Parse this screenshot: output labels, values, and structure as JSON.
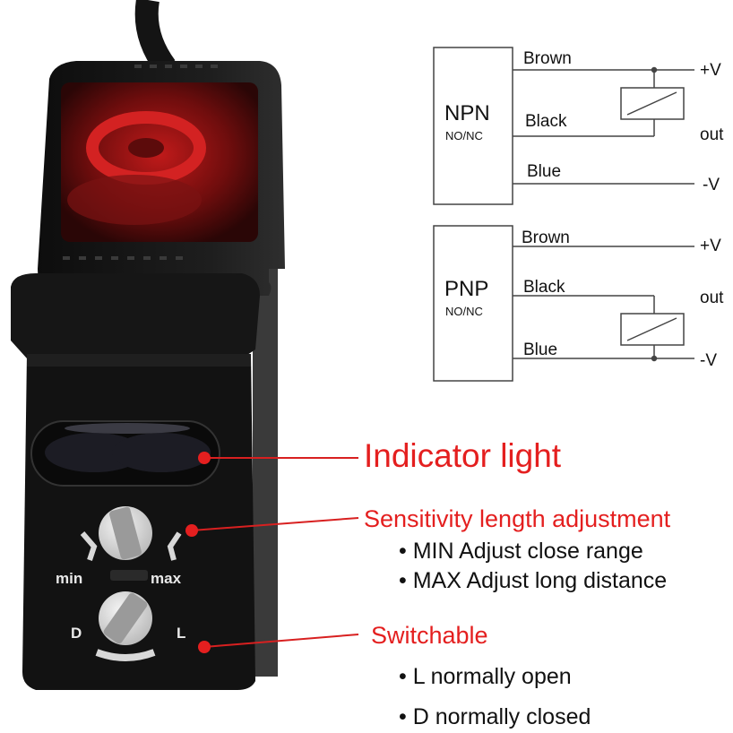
{
  "diagram_npn": {
    "type_label": "NPN",
    "mode_label": "NO/NC",
    "wires": [
      "Brown",
      "Black",
      "Blue"
    ],
    "terminals": [
      "+V",
      "out",
      "-V"
    ]
  },
  "diagram_pnp": {
    "type_label": "PNP",
    "mode_label": "NO/NC",
    "wires": [
      "Brown",
      "Black",
      "Blue"
    ],
    "terminals": [
      "+V",
      "out",
      "-V"
    ]
  },
  "callouts": {
    "indicator": {
      "title": "Indicator light"
    },
    "sensitivity": {
      "title": "Sensitivity length adjustment",
      "bullets": [
        "• MIN Adjust close range",
        "• MAX Adjust long distance"
      ]
    },
    "switchable": {
      "title": "Switchable",
      "bullets": [
        "• L  normally open",
        "• D normally closed"
      ]
    }
  },
  "device_markings": {
    "min": "min",
    "max": "max",
    "d": "D",
    "l": "L"
  },
  "colors": {
    "callout_red": "#e41f1f",
    "housing": "#1a1a1a",
    "lens": "#8a1010"
  }
}
